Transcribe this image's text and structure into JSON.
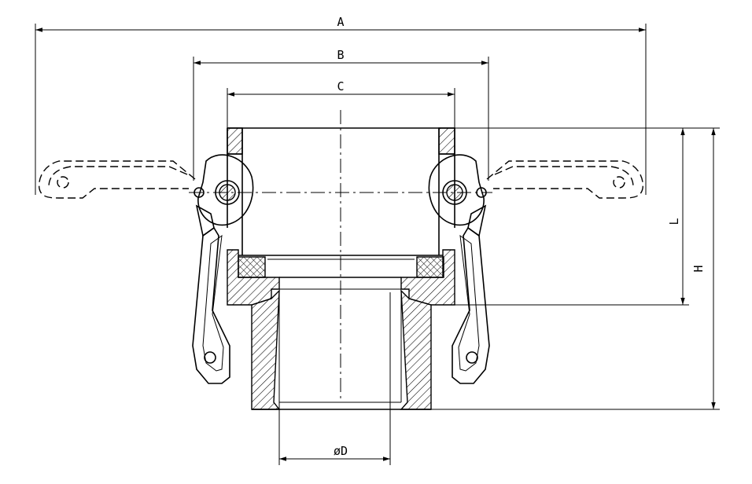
{
  "labels": {
    "A": "A",
    "B": "B",
    "C": "C",
    "D": "øD",
    "L": "L",
    "H": "H"
  }
}
